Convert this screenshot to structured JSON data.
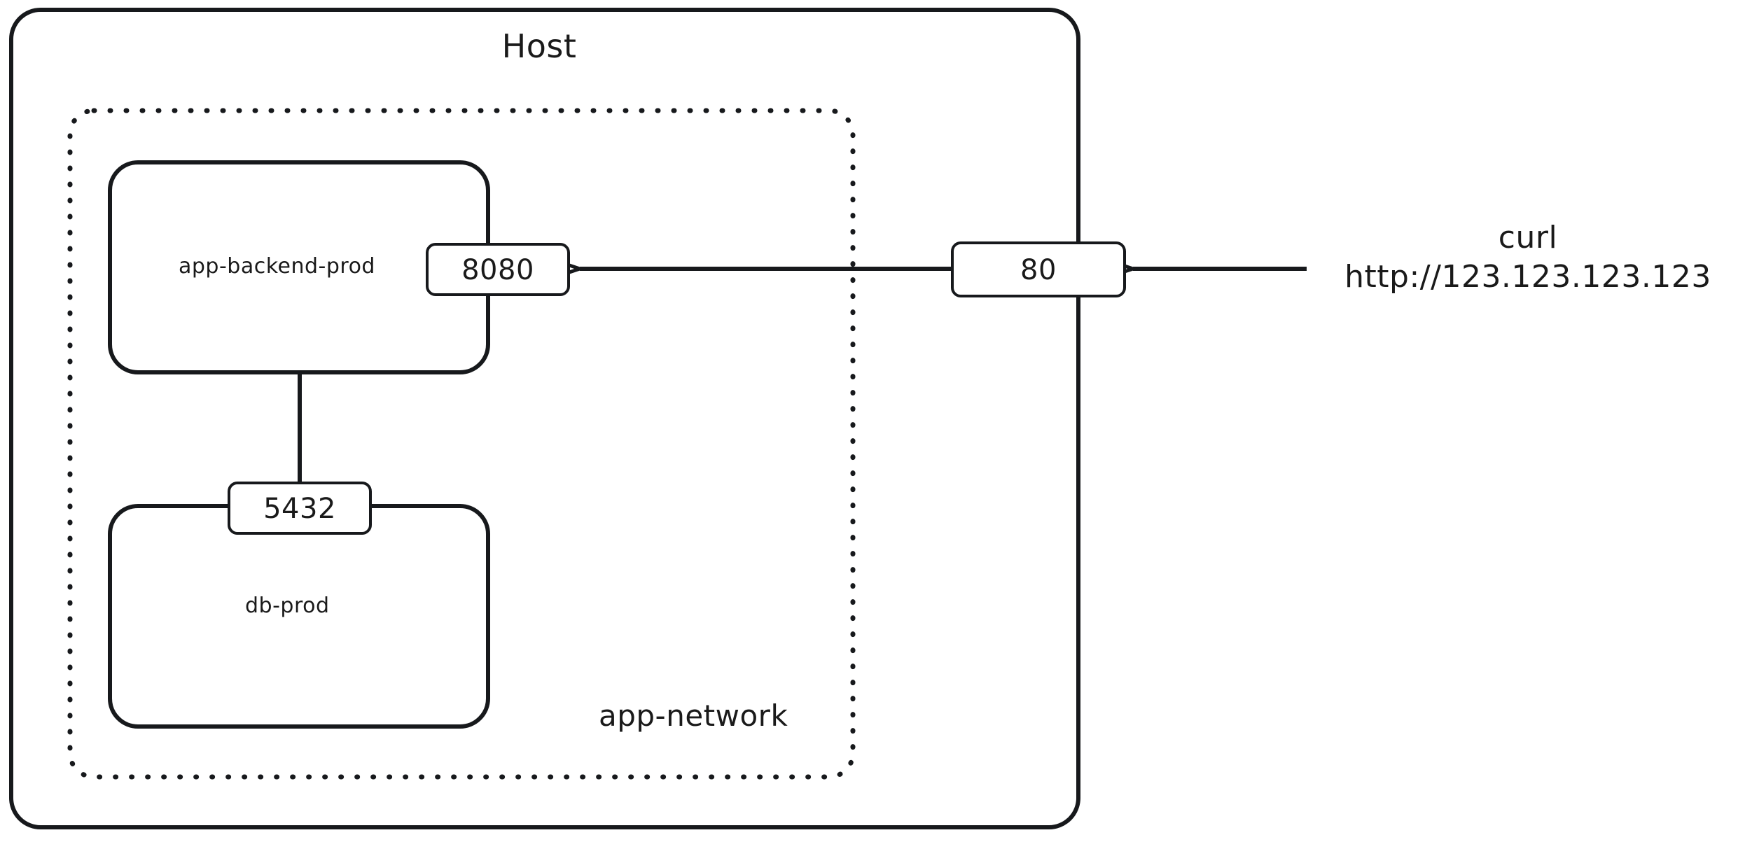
{
  "diagram": {
    "type": "architecture-network-diagram",
    "title": "Host",
    "style": "hand-drawn sketch",
    "stroke_color": "#17191c",
    "background_color": "#ffffff",
    "text_color": "#1a1a1a"
  },
  "host": {
    "label": "Host",
    "border_style": "solid"
  },
  "network": {
    "label": "app-network",
    "border_style": "dotted"
  },
  "containers": [
    {
      "name": "app-backend-prod",
      "port": "8080"
    },
    {
      "name": "db-prod",
      "port": "5432"
    }
  ],
  "host_port": {
    "label": "80"
  },
  "client": {
    "command": "curl",
    "url": "http://123.123.123.123"
  },
  "connections": [
    {
      "from": "curl",
      "to": "80",
      "direction": "left"
    },
    {
      "from": "80",
      "to": "8080",
      "direction": "left"
    },
    {
      "from": "app-backend-prod",
      "to": "5432",
      "direction": "down"
    }
  ]
}
